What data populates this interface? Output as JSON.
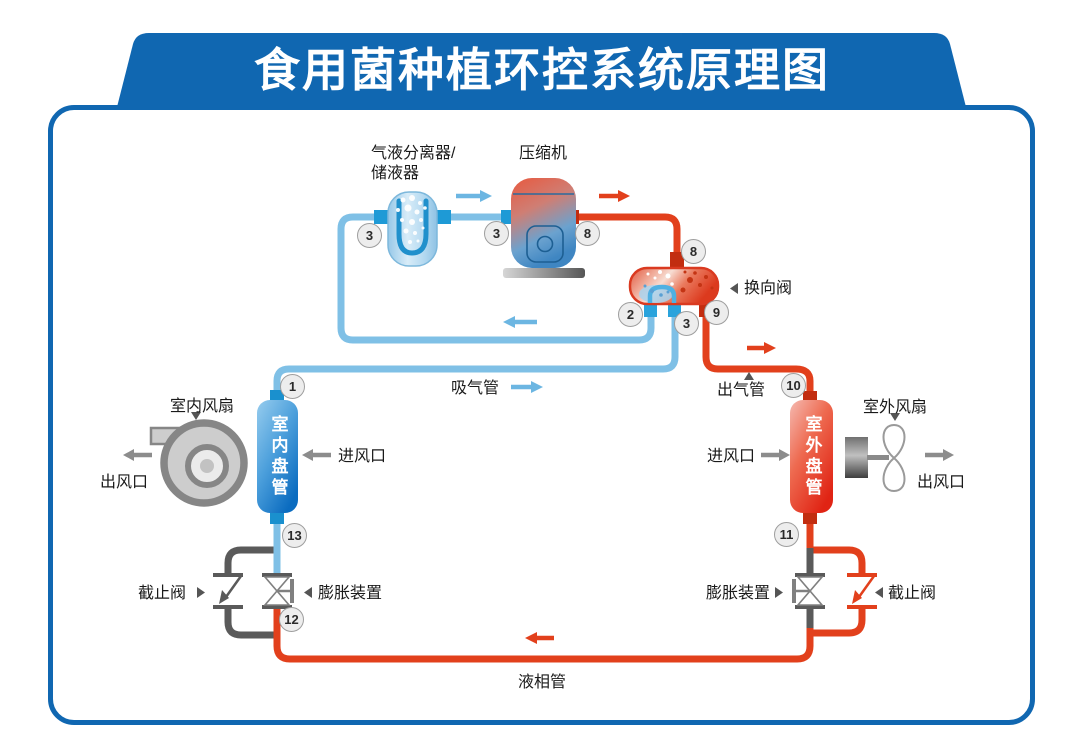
{
  "title": "食用菌种植环控系统原理图",
  "colors": {
    "banner_blue": "#1067b1",
    "pipe_cold": "#7fc0e6",
    "pipe_hot": "#e2401c",
    "pipe_gray": "#5a5a5a",
    "badge_bg": "#ededed",
    "label_text": "#1a1a1a"
  },
  "components": {
    "separator_label_line1": "气液分离器/",
    "separator_label_line2": "储液器",
    "compressor_label": "压缩机",
    "reversing_valve_label": "换向阀",
    "indoor_fan_label": "室内风扇",
    "outdoor_fan_label": "室外风扇",
    "indoor_coil_label": "室内盘管",
    "outdoor_coil_label": "室外盘管",
    "expansion_device_left_label": "膨胀装置",
    "expansion_device_right_label": "膨胀装置",
    "stop_valve_left_label": "截止阀",
    "stop_valve_right_label": "截止阀"
  },
  "pipe_labels": {
    "suction_pipe": "吸气管",
    "discharge_pipe": "出气管",
    "liquid_pipe": "液相管"
  },
  "airflow_labels": {
    "indoor_outlet": "出风口",
    "indoor_inlet": "进风口",
    "outdoor_inlet": "进风口",
    "outdoor_outlet": "出风口"
  },
  "badges": {
    "n1": "1",
    "n2": "2",
    "n3_separator": "3",
    "n3_compressor": "3",
    "n3_valve": "3",
    "n8_compressor": "8",
    "n8_valve": "8",
    "n9": "9",
    "n10": "10",
    "n11": "11",
    "n12": "12",
    "n13": "13"
  }
}
